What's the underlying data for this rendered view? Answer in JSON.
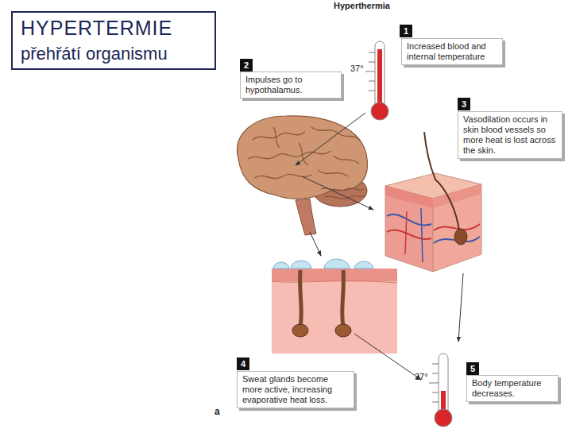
{
  "diagram": {
    "title": "Hyperthermia",
    "nodes": [
      {
        "text": [
          "HYPERTERMIE",
          "přehřátí organismu"
        ]
      },
      {
        "text": [
          "Increased blood and internal temperature"
        ]
      },
      {
        "text": [
          "Impulses go to hypothalamus."
        ]
      },
      {
        "text": [
          "Vasodilation occurs in skin blood vessels so more heat is lost across the skin."
        ]
      },
      {
        "text": [
          "Sweat glands become more active, increasing evaporative heat loss."
        ]
      },
      {
        "text": [
          "Body temperature decreases."
        ]
      }
    ],
    "labels": [
      "1",
      "2",
      "3",
      "4",
      "5",
      "37°",
      "37°",
      "a"
    ]
  }
}
